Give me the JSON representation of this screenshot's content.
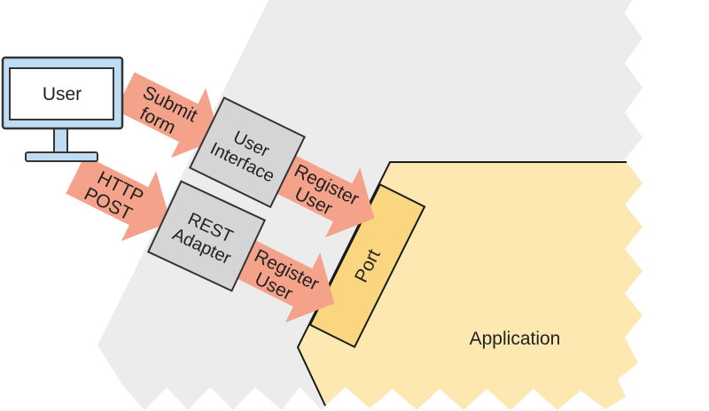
{
  "colors": {
    "background": "#ffffff",
    "outside_region": "#ececec",
    "adapter_box_fill": "#d5d5d5",
    "adapter_box_border": "#333333",
    "application_fill": "#fce8b0",
    "application_border": "#1a1a1a",
    "port_fill": "#fbd681",
    "port_border": "#1a1a1a",
    "arrow_fill": "#f5a28b",
    "monitor_fill": "#bedcf3",
    "monitor_border": "#343434",
    "screen_fill": "#ffffff",
    "text": "#222222"
  },
  "nodes": {
    "user": {
      "label": "User"
    },
    "user_interface": {
      "lines": [
        "User",
        "Interface"
      ]
    },
    "rest_adapter": {
      "lines": [
        "REST",
        "Adapter"
      ]
    },
    "port": {
      "label": "Port"
    },
    "application": {
      "label": "Application"
    }
  },
  "arrows": [
    {
      "name": "submit-form",
      "lines": [
        "Submit",
        "form"
      ]
    },
    {
      "name": "http-post",
      "lines": [
        "HTTP",
        "POST"
      ]
    },
    {
      "name": "register-user-top",
      "lines": [
        "Register",
        "User"
      ]
    },
    {
      "name": "register-user-bottom",
      "lines": [
        "Register",
        "User"
      ]
    }
  ]
}
